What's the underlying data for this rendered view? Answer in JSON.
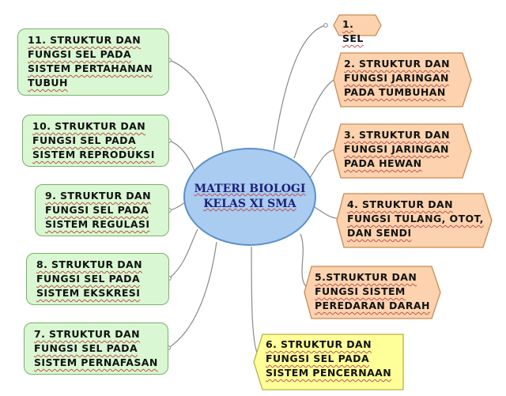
{
  "central_topic": "MATERI BIOLOGI\nKELAS XI SMA",
  "topics": [
    {
      "id": "t1",
      "label": "1.  SEL",
      "color": "orange"
    },
    {
      "id": "t2",
      "label": "2.  STRUKTUR DAN\nFUNGSI  JARINGAN\nPADA  TUMBUHAN",
      "color": "orange"
    },
    {
      "id": "t3",
      "label": "3.  STRUKTUR DAN\nFUNGSI  JARINGAN\nPADA  HEWAN",
      "color": "orange"
    },
    {
      "id": "t4",
      "label": "4.  STRUKTUR DAN\nFUNGSI  TULANG,  OTOT,\nDAN  SENDI",
      "color": "orange"
    },
    {
      "id": "t5",
      "label": "5.STRUKTUR  DAN\nFUNGSI  SISTEM\nPEREDARAN  DARAH",
      "color": "orange"
    },
    {
      "id": "t6",
      "label": "6.  STRUKTUR  DAN\nFUNGSI  SEL  PADA\nSISTEM  PENCERNAAN",
      "color": "yellow"
    },
    {
      "id": "t7",
      "label": "7.  STRUKTUR  DAN\nFUNGSI  SEL  PADA\nSISTEM   PERNAFASAN",
      "color": "green"
    },
    {
      "id": "t8",
      "label": "8.  STRUKTUR  DAN\nFUNGSI  SEL  PADA\nSISTEM   EKSKRESI",
      "color": "green"
    },
    {
      "id": "t9",
      "label": "9.  STRUKTUR  DAN\nFUNGSI  SEL  PADA\nSISTEM  REGULASI",
      "color": "green"
    },
    {
      "id": "t10",
      "label": "10.  STRUKTUR  DAN\nFUNGSI  SEL  PADA\nSISTEM  REPRODUKSI",
      "color": "green"
    },
    {
      "id": "t11",
      "label": "11.  STRUKTUR  DAN\nFUNGSI  SEL  PADA\nSISTEM  PERTAHANAN\nTUBUH",
      "color": "green"
    }
  ],
  "colors": {
    "central_fill": "#a9ccf0",
    "central_stroke": "#5b8fc7",
    "orange_fill": "#fcd3ae",
    "orange_stroke": "#c98a55",
    "yellow_fill": "#ffff99",
    "yellow_stroke": "#b7b14a",
    "green_fill": "#d9f7d2",
    "green_stroke": "#7ab06a",
    "connector": "#8a8a8a"
  }
}
